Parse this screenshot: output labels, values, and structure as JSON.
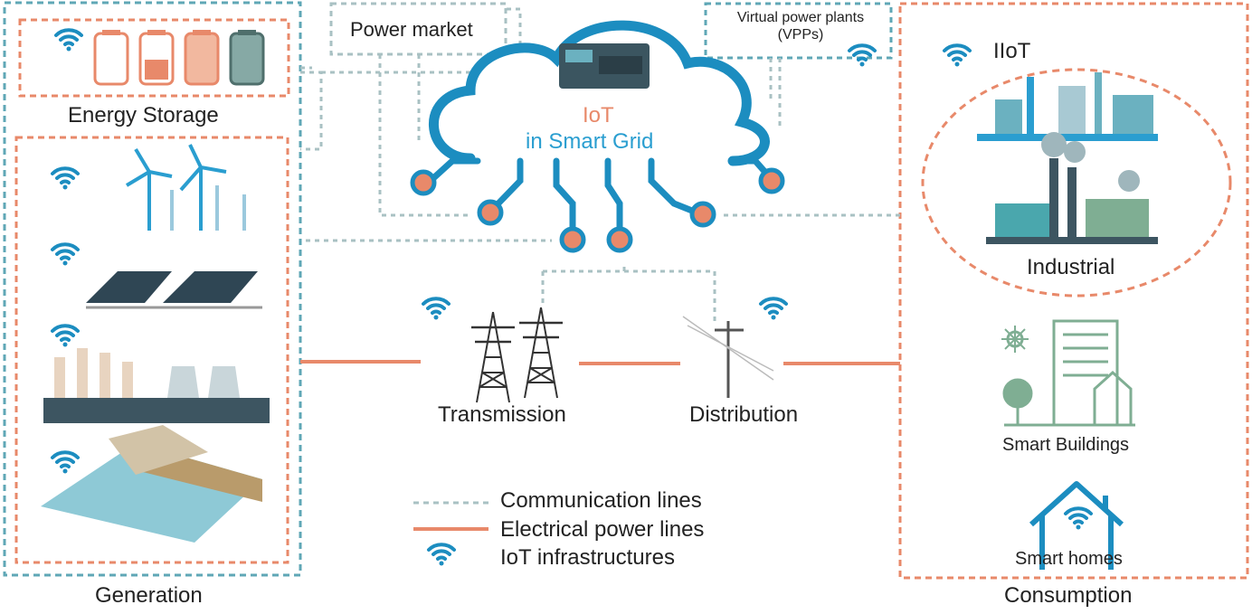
{
  "labels": {
    "energy_storage": "Energy Storage",
    "generation": "Generation",
    "power_market": "Power market",
    "vpp_line1": "Virtual power plants",
    "vpp_line2": "(VPPs)",
    "iot": "IoT",
    "in_smart_grid": "in Smart Grid",
    "transmission": "Transmission",
    "distribution": "Distribution",
    "iiot": "IIoT",
    "industrial": "Industrial",
    "smart_buildings": "Smart Buildings",
    "smart_homes": "Smart homes",
    "consumption": "Consumption"
  },
  "legend": [
    {
      "label": "Communication lines",
      "icon": "dashed-line"
    },
    {
      "label": "Electrical power lines",
      "icon": "solid-line"
    },
    {
      "label": "IoT infrastructures",
      "icon": "wifi-icon"
    }
  ],
  "colors": {
    "communication": "#a9c1c3",
    "power": "#e8896a",
    "iot_blue": "#1c8dc0",
    "box_blue": "#5fa7b6",
    "box_orange": "#e8896a",
    "teal": "#4aa7ad",
    "green": "#7fae93"
  }
}
